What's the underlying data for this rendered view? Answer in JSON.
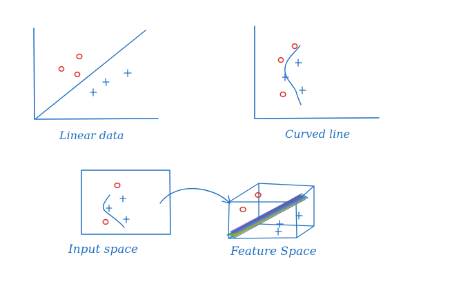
{
  "colors": {
    "ink": "#1f6fc2",
    "negative": "#d9312b",
    "plane_a": "#2a9d3a",
    "plane_b": "#7a3fc9",
    "plane_c": "#e0a020",
    "plane_d": "#2f8fe0"
  },
  "symbols": {
    "negative": "o",
    "positive": "+"
  },
  "panels": {
    "linear": {
      "caption": "Linear data",
      "negative_count": 3,
      "positive_count": 3
    },
    "curved": {
      "caption": "Curved line",
      "negative_count": 3,
      "positive_count": 3
    },
    "input": {
      "caption": "Input space",
      "negative_count": 2,
      "positive_count": 3
    },
    "feature": {
      "caption": "Feature Space",
      "negative_count": 2,
      "positive_count": 3
    }
  }
}
